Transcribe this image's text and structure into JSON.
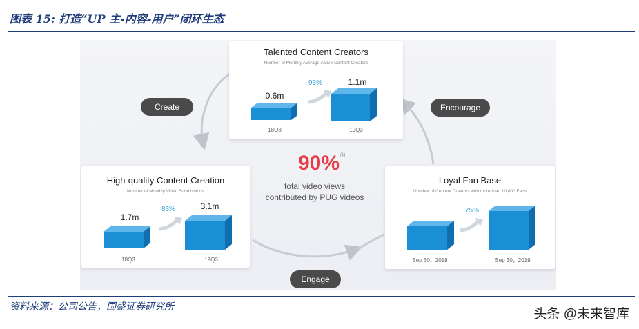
{
  "figure_title": "图表 15: 打造“UP 主-内容-用户”闭环生态",
  "source": "资料来源：公司公告，国盛证券研究所",
  "watermark": "头条 @未来智库",
  "center": {
    "value": "90%",
    "footnote": "(1)",
    "line1": "total video views",
    "line2": "contributed by PUG videos"
  },
  "pills": {
    "create": "Create",
    "encourage": "Encourage",
    "engage": "Engage"
  },
  "cards": {
    "creators": {
      "title": "Talented Content Creators",
      "subtitle": "Number of Monthly Average Active Content Creators",
      "before_value": "0.6m",
      "after_value": "1.1m",
      "growth": "93%",
      "before_period": "18Q3",
      "after_period": "19Q3"
    },
    "content": {
      "title": "High-quality Content Creation",
      "subtitle": "Number of Monthly Video Submissions",
      "before_value": "1.7m",
      "after_value": "3.1m",
      "growth": "83%",
      "before_period": "18Q3",
      "after_period": "19Q3"
    },
    "fans": {
      "title": "Loyal Fan Base",
      "subtitle": "Number of Content Creators with more than 10,000 Fans",
      "growth": "75%",
      "before_period": "Sep 30，2018",
      "after_period": "Sep 30，2019"
    }
  },
  "colors": {
    "accent_blue": "#1a8fd6",
    "highlight_red": "#e8404a",
    "title_navy": "#1f3d7a",
    "pill_dark": "#4a4a4a"
  }
}
